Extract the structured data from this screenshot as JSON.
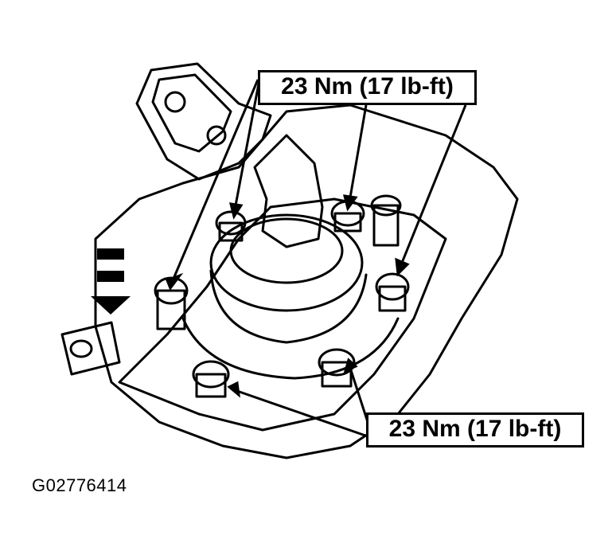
{
  "callouts": {
    "top_label": "23 Nm (17 lb-ft)",
    "bottom_label": "23 Nm (17 lb-ft)"
  },
  "figure_code": "G02776414",
  "colors": {
    "ink": "#000000",
    "paper": "#ffffff"
  }
}
